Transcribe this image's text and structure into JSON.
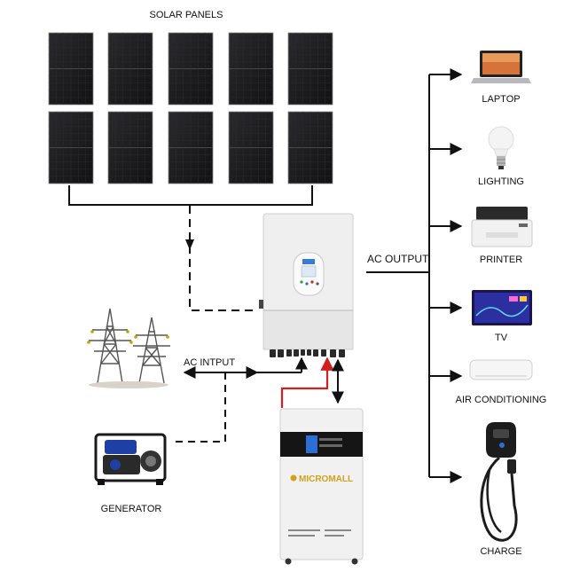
{
  "labels": {
    "solar_panels": "SOLAR  PANELS",
    "ac_output": "AC OUTPUT",
    "ac_input": "AC  INTPUT",
    "generator": "GENERATOR",
    "battery_brand": "MICROMALL"
  },
  "loads": [
    {
      "label": "LAPTOP",
      "icon": "laptop-icon"
    },
    {
      "label": "LIGHTING",
      "icon": "light-bulb-icon"
    },
    {
      "label": "PRINTER",
      "icon": "printer-icon"
    },
    {
      "label": "TV",
      "icon": "tv-icon"
    },
    {
      "label": "AIR CONDITIONING",
      "icon": "air-conditioner-icon"
    },
    {
      "label": "CHARGE",
      "icon": "ev-charger-icon"
    }
  ],
  "colors": {
    "panel": "#1b1b1d",
    "panel_line": "#5a5a5e",
    "line": "#111111",
    "red_line": "#d21f1f",
    "device_body": "#eeeeee",
    "accent_blue": "#2a6fd6",
    "brand_gold": "#d4a11a"
  }
}
